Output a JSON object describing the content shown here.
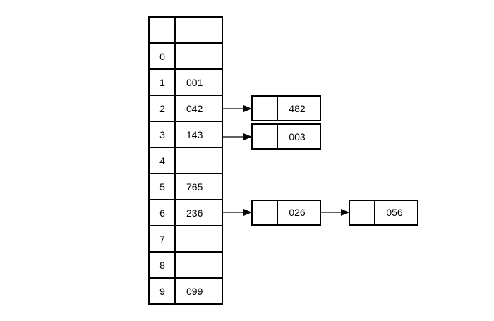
{
  "table": {
    "rows": [
      {
        "index": "",
        "value": ""
      },
      {
        "index": "0",
        "value": ""
      },
      {
        "index": "1",
        "value": "001"
      },
      {
        "index": "2",
        "value": "042"
      },
      {
        "index": "3",
        "value": "143"
      },
      {
        "index": "4",
        "value": ""
      },
      {
        "index": "5",
        "value": "765"
      },
      {
        "index": "6",
        "value": "236"
      },
      {
        "index": "7",
        "value": ""
      },
      {
        "index": "8",
        "value": ""
      },
      {
        "index": "9",
        "value": "099"
      }
    ]
  },
  "chains": {
    "row2": [
      {
        "value": "482"
      }
    ],
    "row3": [
      {
        "value": "003"
      }
    ],
    "row6": [
      {
        "value": "026"
      },
      {
        "value": "056"
      }
    ]
  },
  "colors": {
    "line": "#000000",
    "background": "#ffffff"
  }
}
